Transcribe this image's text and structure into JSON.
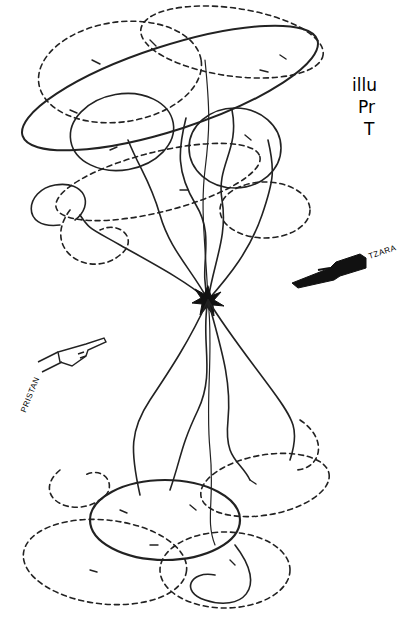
{
  "diagram": {
    "labels": [
      "illu",
      "Pr",
      "T",
      "TZARA",
      "PRISTAN"
    ]
  }
}
